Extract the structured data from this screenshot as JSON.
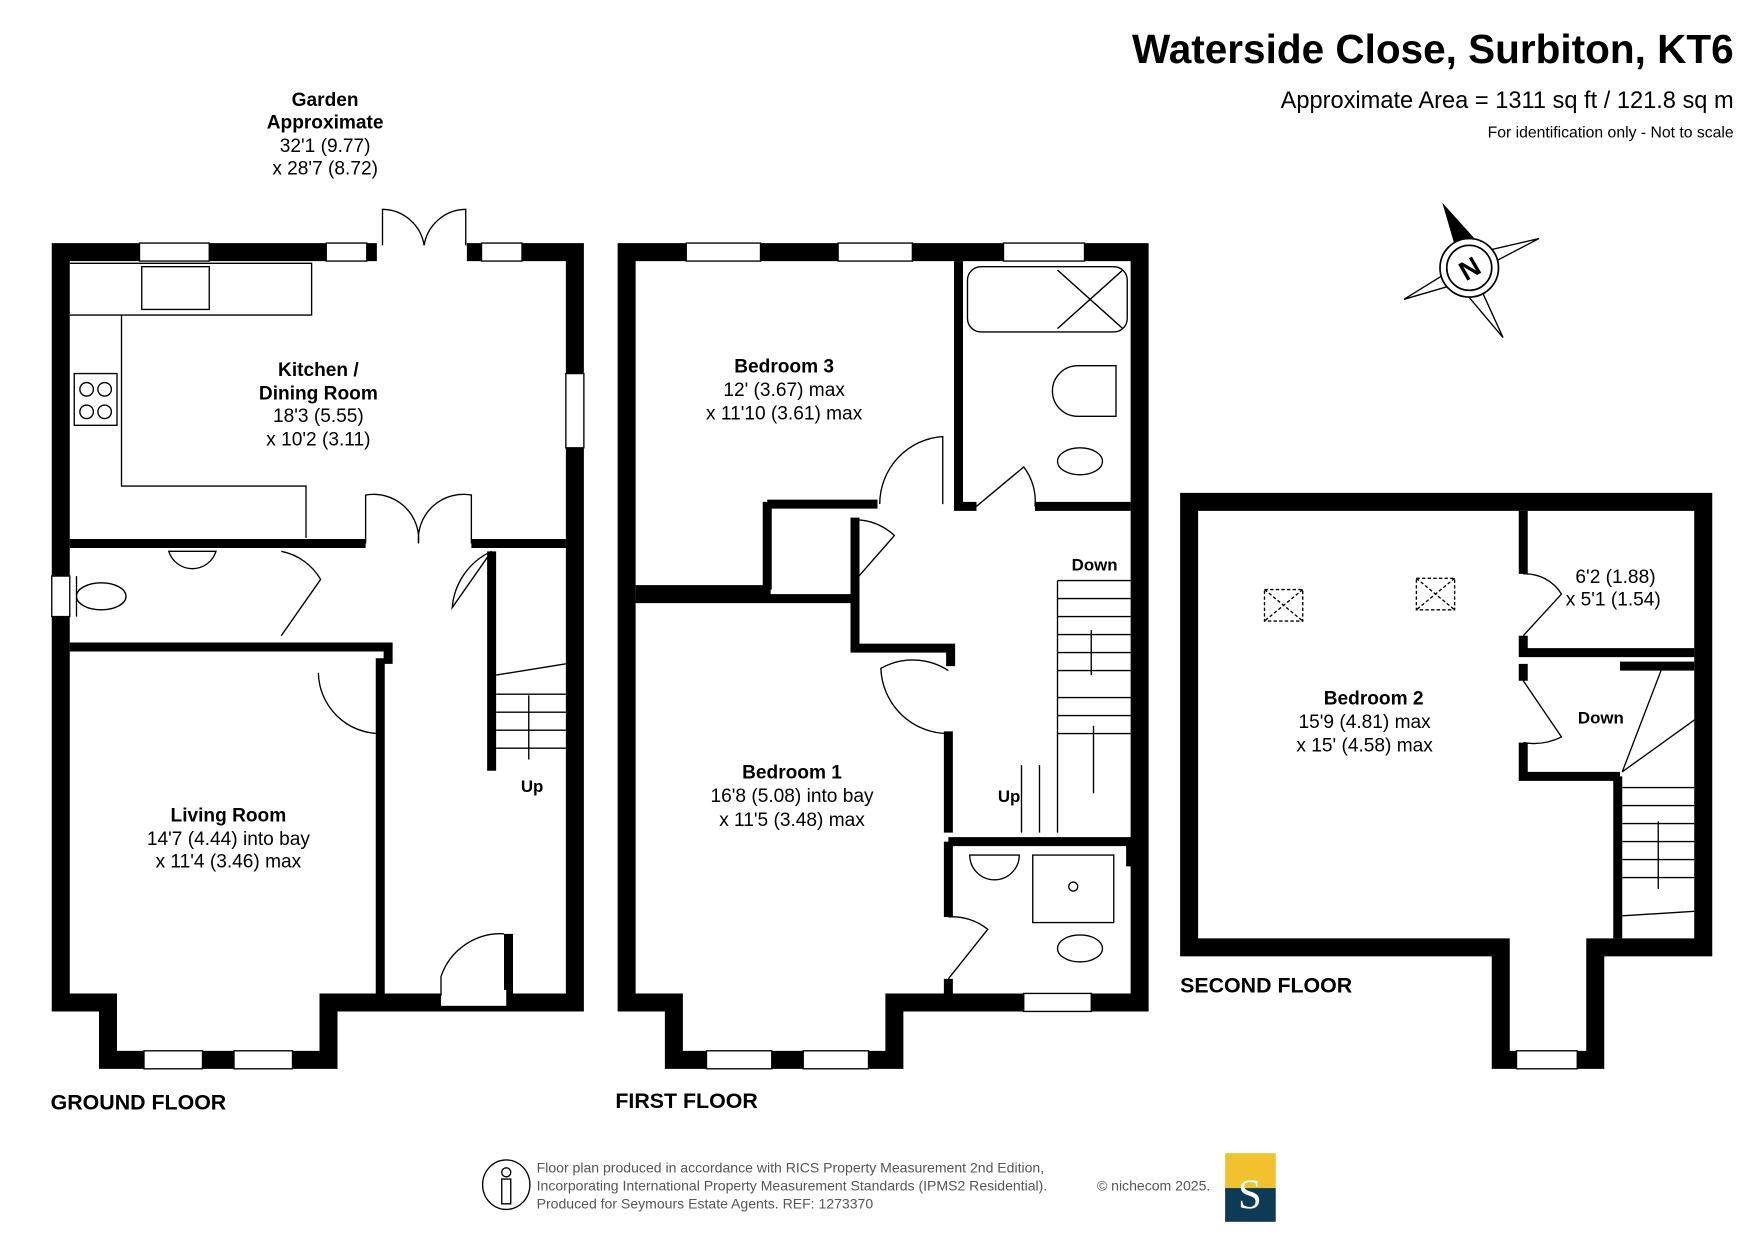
{
  "header": {
    "title": "Waterside Close, Surbiton, KT6",
    "area": "Approximate Area = 1311 sq ft / 121.8 sq m",
    "disclaimer": "For identification only - Not to scale"
  },
  "compass": {
    "label": "N"
  },
  "garden": {
    "name": "Garden",
    "line2": "Approximate",
    "dim1": "32'1 (9.77)",
    "dim2": "x 28'7 (8.72)"
  },
  "floors": {
    "ground": {
      "label": "GROUND FLOOR",
      "rooms": [
        {
          "name": "Kitchen /",
          "name2": "Dining Room",
          "dim1": "18'3 (5.55)",
          "dim2": "x 10'2 (3.11)"
        },
        {
          "name": "Living Room",
          "dim1": "14'7 (4.44) into bay",
          "dim2": "x 11'4 (3.46) max"
        }
      ],
      "stairs": "Up"
    },
    "first": {
      "label": "FIRST FLOOR",
      "rooms": [
        {
          "name": "Bedroom 3",
          "dim1": "12' (3.67) max",
          "dim2": "x 11'10 (3.61) max"
        },
        {
          "name": "Bedroom 1",
          "dim1": "16'8 (5.08) into bay",
          "dim2": "x 11'5 (3.48) max"
        }
      ],
      "stairs_down": "Down",
      "stairs_up": "Up"
    },
    "second": {
      "label": "SECOND FLOOR",
      "rooms": [
        {
          "name": "Bedroom 2",
          "dim1": "15'9 (4.81) max",
          "dim2": "x 15' (4.58) max"
        },
        {
          "name": "",
          "dim1": "6'2 (1.88)",
          "dim2": "x 5'1 (1.54)"
        }
      ],
      "stairs_down": "Down"
    }
  },
  "footer": {
    "line1": "Floor plan produced in accordance with RICS Property Measurement 2nd Edition,",
    "line2": "Incorporating International Property Measurement Standards (IPMS2 Residential).",
    "line3": "Produced for Seymours Estate Agents.   REF: 1273370",
    "copyright": "© nichecom 2025.",
    "logo_letter": "S",
    "logo_colors": {
      "top": "#f2c12e",
      "bottom": "#0d3a55"
    }
  }
}
